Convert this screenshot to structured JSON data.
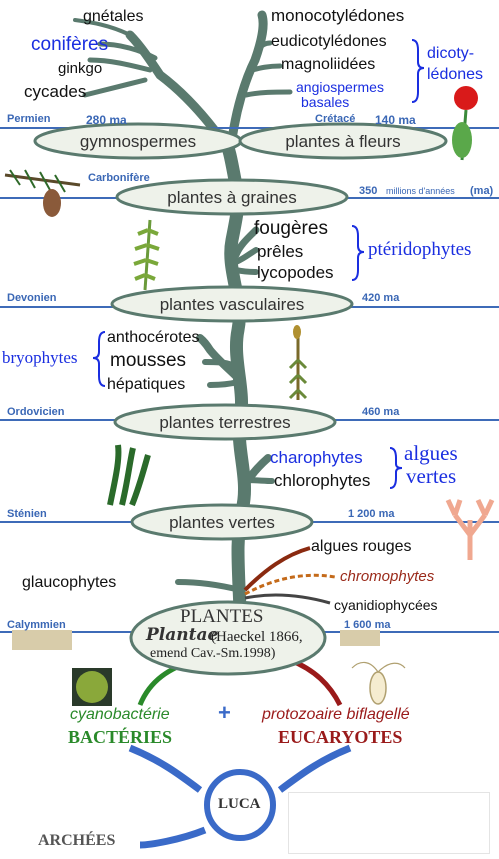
{
  "colors": {
    "trunk": "#5a7a6e",
    "era_line": "#3e6bb8",
    "node_fill": "#eef2ea",
    "node_stroke": "#5a7a6e",
    "blue_text": "#1a2ee0",
    "green": "#2a8a2a",
    "red": "#9a1a1a"
  },
  "top_left": {
    "gnetales": "gnétales",
    "coniferes": "conifères",
    "ginkgo": "ginkgo",
    "cycades": "cycades"
  },
  "top_right": {
    "monocot": "monocotylédones",
    "eudicot": "eudicotylédones",
    "magnoliid": "magnoliidées",
    "angio_basal_1": "angiospermes",
    "angio_basal_2": "basales",
    "dicot_1": "dicoty-",
    "dicot_2": "lédones"
  },
  "periods": {
    "permien": "Permien",
    "permien_ma": "280 ma",
    "cretace": "Crétacé",
    "cretace_ma": "140 ma",
    "carbonifere": "Carbonifère",
    "carbonifere_ma": "350",
    "carbonifere_unit": "millions d'années",
    "carbonifere_unit2": "(ma)",
    "devonien": "Devonien",
    "devonien_ma": "420 ma",
    "ordovicien": "Ordovicien",
    "ordovicien_ma": "460 ma",
    "stenien": "Sténien",
    "stenien_ma": "1 200 ma",
    "calymmien": "Calymmien",
    "calymmien_ma": "1 600 ma"
  },
  "nodes": {
    "gymnospermes": "gymnospermes",
    "plantes_fleurs": "plantes à fleurs",
    "plantes_graines": "plantes à graines",
    "plantes_vasculaires": "plantes vasculaires",
    "plantes_terrestres": "plantes terrestres",
    "plantes_vertes": "plantes vertes",
    "plantes_1": "PLANTES",
    "plantes_2": "Plantae",
    "plantes_3": "(Haeckel 1866,",
    "plantes_4": "emend Cav.-Sm.1998)"
  },
  "pterido": {
    "fougeres": "fougères",
    "preles": "prêles",
    "lycopodes": "lycopodes",
    "group": "ptéridophytes"
  },
  "bryo": {
    "group": "bryophytes",
    "anthocerotes": "anthocérotes",
    "mousses": "mousses",
    "hepatiques": "hépatiques"
  },
  "algues": {
    "charophytes": "charophytes",
    "chlorophytes": "chlorophytes",
    "group_1": "algues",
    "group_2": "vertes"
  },
  "lower": {
    "algues_rouges": "algues rouges",
    "chromophytes": "chromophytes",
    "cyanidio": "cyanidiophycées",
    "glaucophytes": "glaucophytes"
  },
  "origins": {
    "cyano": "cyanobactérie",
    "plus": "+",
    "protozoaire": "protozoaire biflagellé",
    "bacteries": "BACTÉRIES",
    "eucaryotes": "EUCARYOTES",
    "luca": "LUCA",
    "archees": "ARCHÉES"
  }
}
